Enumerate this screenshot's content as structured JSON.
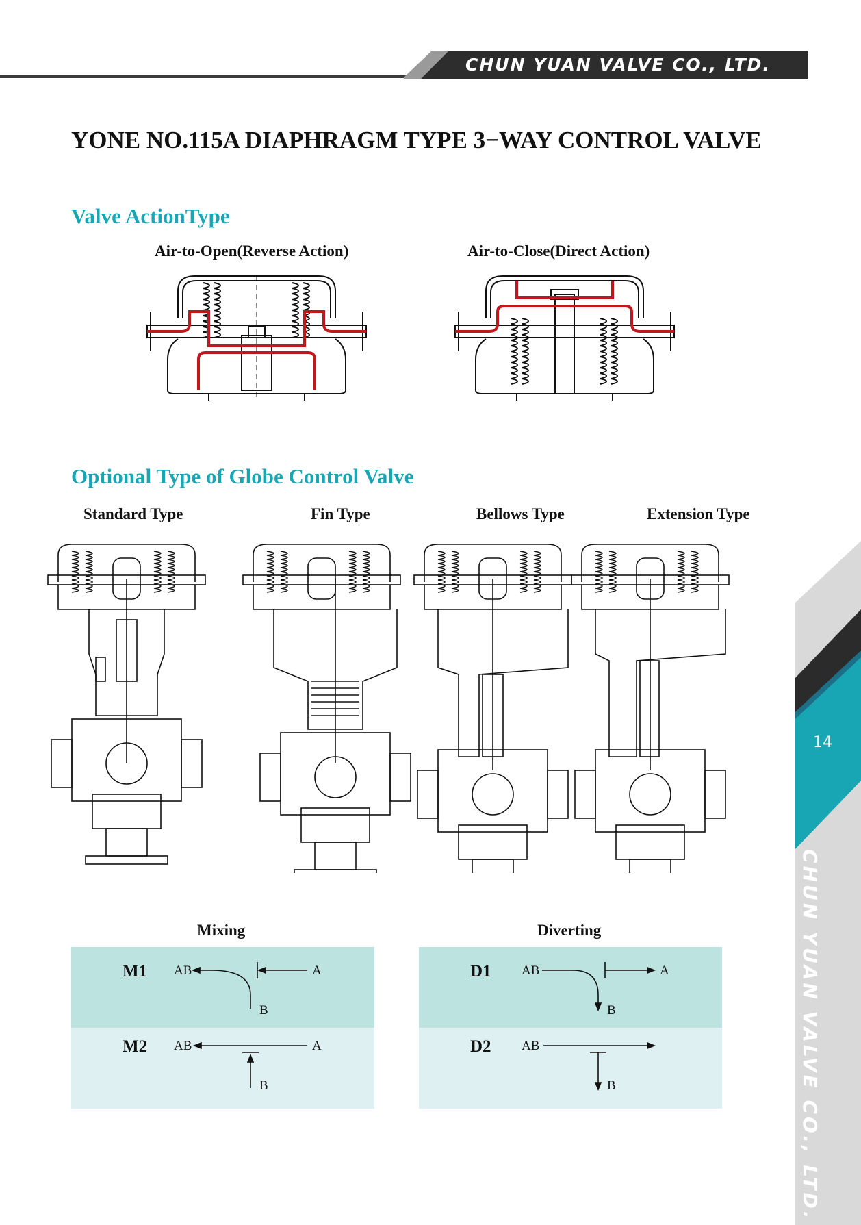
{
  "header": {
    "company": "CHUN YUAN VALVE CO., LTD."
  },
  "title": "YONE NO.115A DIAPHRAGM TYPE 3−WAY CONTROL VALVE",
  "section_action": {
    "heading": "Valve ActionType",
    "items": [
      {
        "caption": "Air-to-Open(Reverse Action)"
      },
      {
        "caption": "Air-to-Close(Direct Action)"
      }
    ]
  },
  "section_optional": {
    "heading": "Optional Type of Globe Control Valve",
    "types": [
      "Standard Type",
      "Fin Type",
      "Bellows Type",
      "Extension Type"
    ]
  },
  "mixing": {
    "title": "Mixing",
    "rows": [
      {
        "code": "M1",
        "ab": "AB",
        "a": "A",
        "b": "B"
      },
      {
        "code": "M2",
        "ab": "AB",
        "a": "A",
        "b": "B"
      }
    ]
  },
  "diverting": {
    "title": "Diverting",
    "rows": [
      {
        "code": "D1",
        "ab": "AB",
        "a": "A",
        "b": "B"
      },
      {
        "code": "D2",
        "ab": "AB",
        "b": "B"
      }
    ]
  },
  "side": {
    "page_number": "14",
    "company": "CHUN YUAN VALVE CO., LTD."
  },
  "colors": {
    "accent": "#18a6b4",
    "dark": "#2b2b2b",
    "diaphragm": "#c0181c",
    "table_dark": "#bde3e0",
    "table_light": "#def0f1"
  }
}
